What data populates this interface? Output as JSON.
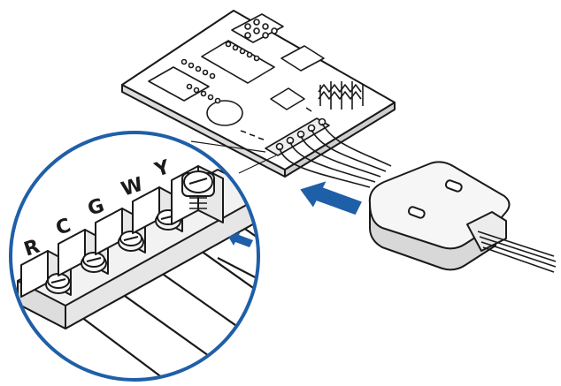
{
  "terminals": [
    {
      "label": "R"
    },
    {
      "label": "C"
    },
    {
      "label": "G"
    },
    {
      "label": "W"
    },
    {
      "label": "Y"
    }
  ],
  "colors": {
    "line": "#1a1a1a",
    "lens_ring": "#1f5fa8",
    "arrow": "#1f5fa8",
    "board_fill": "#ffffff",
    "terminal_fill": "#e8e8e8"
  },
  "icons": {
    "insert_arrow": "arrow-left-icon",
    "small_insert_arrow": "arrow-left-icon"
  }
}
